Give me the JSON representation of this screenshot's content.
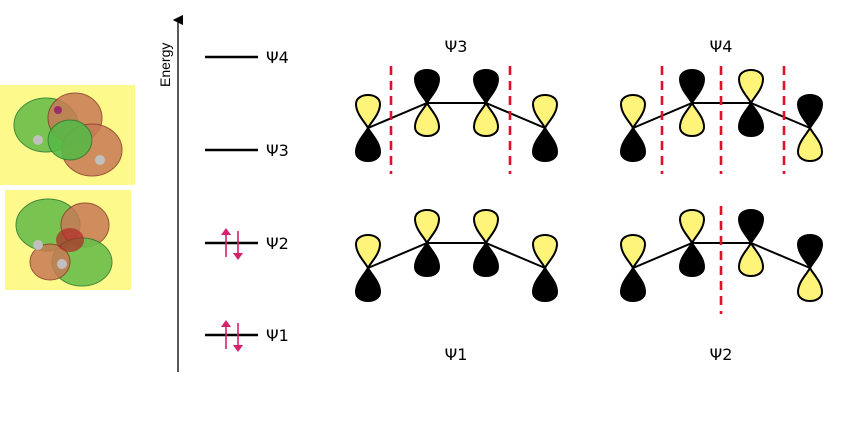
{
  "axis": {
    "label": "Energy"
  },
  "levels": [
    {
      "label": "Ψ4",
      "electrons": 0
    },
    {
      "label": "Ψ3",
      "electrons": 0
    },
    {
      "label": "Ψ2",
      "electrons": 2
    },
    {
      "label": "Ψ1",
      "electrons": 2
    }
  ],
  "orbitals": [
    {
      "label": "Ψ3",
      "label_position": "top",
      "nodes": 2,
      "lobes_top": [
        "yellow",
        "black",
        "black",
        "yellow"
      ]
    },
    {
      "label": "Ψ4",
      "label_position": "top",
      "nodes": 3,
      "lobes_top": [
        "yellow",
        "black",
        "yellow",
        "black"
      ]
    },
    {
      "label": "Ψ1",
      "label_position": "bottom",
      "nodes": 0,
      "lobes_top": [
        "yellow",
        "yellow",
        "yellow",
        "yellow"
      ]
    },
    {
      "label": "Ψ2",
      "label_position": "bottom",
      "nodes": 1,
      "lobes_top": [
        "yellow",
        "yellow",
        "black",
        "black"
      ]
    }
  ],
  "colors": {
    "lobe_phase_a": "#fff47a",
    "lobe_phase_b": "#000000",
    "node_line": "#e0102a",
    "electron_arrow": "#d6206b",
    "thumb_background": "#fdf98a",
    "thumb_surface_green": "#4caf50",
    "thumb_surface_red": "#c0392b"
  }
}
